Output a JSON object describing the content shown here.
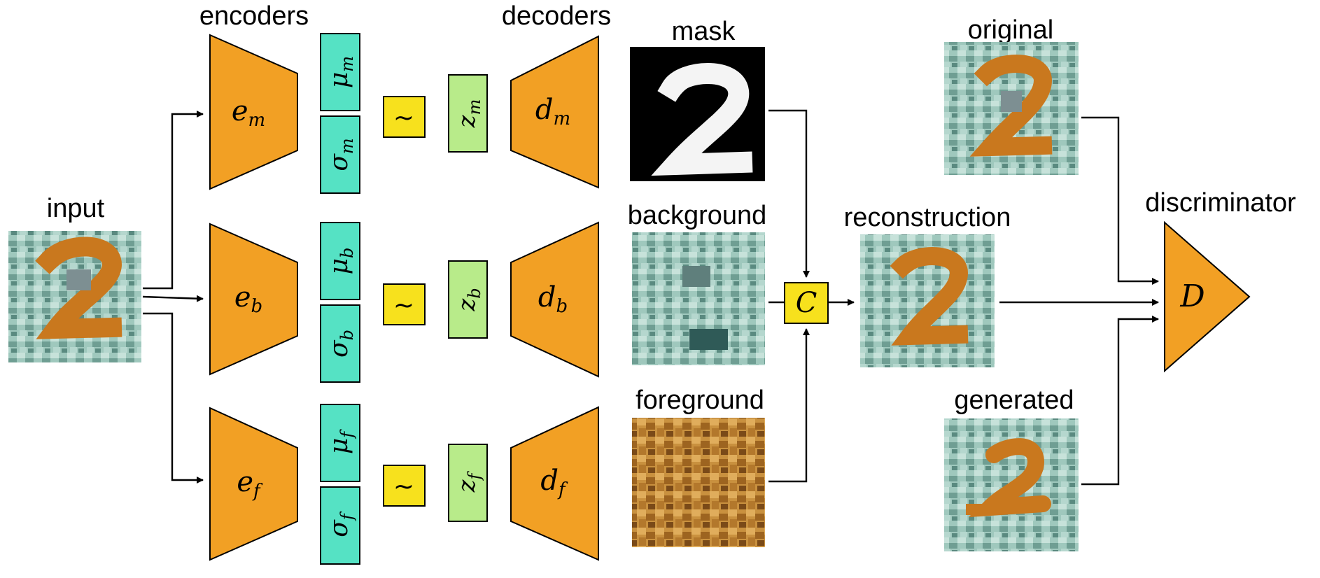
{
  "labels": {
    "encoders": "encoders",
    "decoders": "decoders",
    "mask": "mask",
    "original": "original",
    "input": "input",
    "background": "background",
    "reconstruction": "reconstruction",
    "discriminator": "discriminator",
    "foreground": "foreground",
    "generated": "generated"
  },
  "branches": [
    {
      "encoder": "e",
      "encoder_sub": "m",
      "mu": "μ",
      "mu_sub": "m",
      "sigma": "σ",
      "sigma_sub": "m",
      "sample": "~",
      "z": "z",
      "z_sub": "m",
      "decoder": "d",
      "decoder_sub": "m"
    },
    {
      "encoder": "e",
      "encoder_sub": "b",
      "mu": "μ",
      "mu_sub": "b",
      "sigma": "σ",
      "sigma_sub": "b",
      "sample": "~",
      "z": "z",
      "z_sub": "b",
      "decoder": "d",
      "decoder_sub": "b"
    },
    {
      "encoder": "e",
      "encoder_sub": "f",
      "mu": "μ",
      "mu_sub": "f",
      "sigma": "σ",
      "sigma_sub": "f",
      "sample": "~",
      "z": "z",
      "z_sub": "f",
      "decoder": "d",
      "decoder_sub": "f"
    }
  ],
  "compose": "C",
  "discriminator_symbol": "D",
  "colors": {
    "network_orange": "#f2a024",
    "latent_teal": "#55e2c4",
    "z_green": "#b8eb8a",
    "sample_yellow": "#f7e11d",
    "compose_yellow": "#f7e11d",
    "mask_black": "#000000",
    "texture_teal": "#8fbdb3",
    "digit_orange": "#c9781e",
    "foreground_brown": "#c28a38"
  },
  "icons": {
    "input_image": "input-digit-image",
    "mask_image": "mask-digit-image",
    "background_image": "background-texture-image",
    "foreground_image": "foreground-texture-image",
    "reconstruction_image": "reconstruction-digit-image",
    "original_image": "original-digit-image",
    "generated_image": "generated-digit-image"
  }
}
